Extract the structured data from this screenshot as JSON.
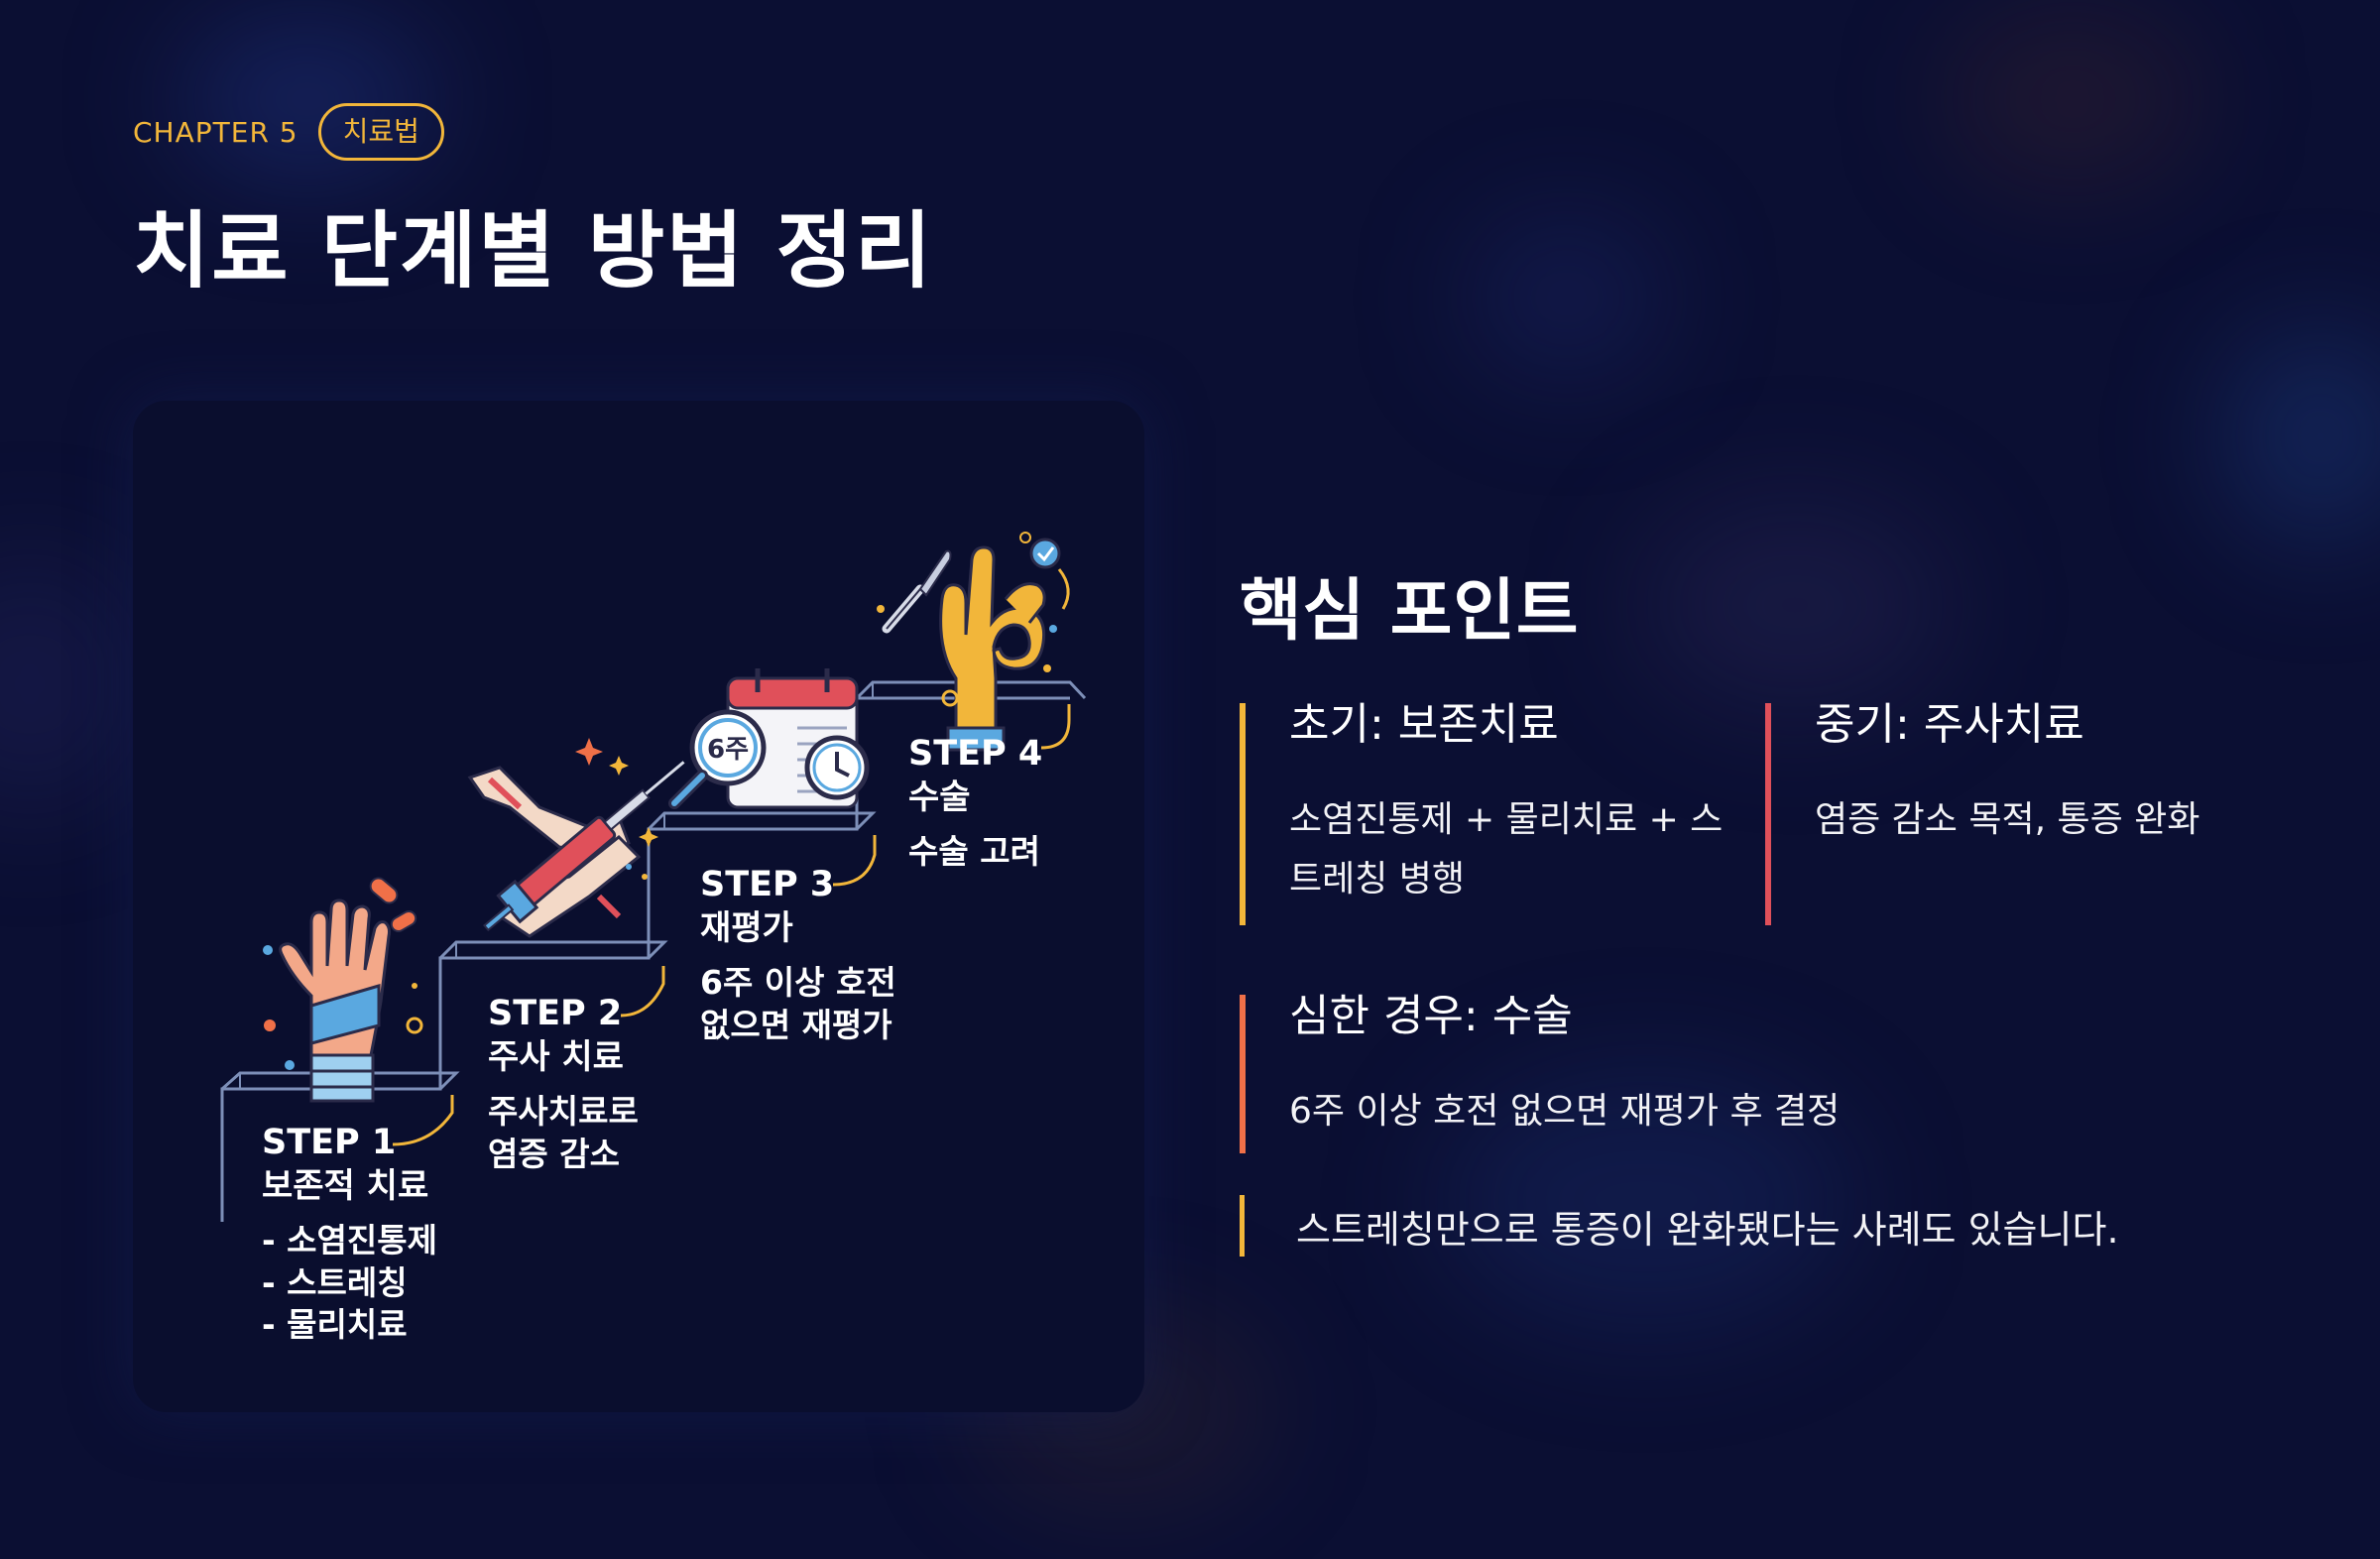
{
  "header": {
    "chapter": "CHAPTER 5",
    "tag": "치료법",
    "title": "치료 단계별 방법 정리"
  },
  "illustration": {
    "steps": [
      {
        "label": "STEP 1",
        "title": "보존적 치료",
        "desc": [
          "- 소염진통제",
          "- 스트레칭",
          "- 물리치료"
        ]
      },
      {
        "label": "STEP 2",
        "title": "주사 치료",
        "desc": [
          "주사치료로",
          "염증 감소"
        ]
      },
      {
        "label": "STEP 3",
        "title": "재평가",
        "desc": [
          "6주 이상 호전",
          "없으면 재평가"
        ]
      },
      {
        "label": "STEP 4",
        "title": "수술",
        "desc": [
          "수술 고려"
        ]
      }
    ],
    "calendar_badge": "6주"
  },
  "points": {
    "title": "핵심 포인트",
    "items": [
      {
        "head": "초기: 보존치료",
        "body": "소염진통제 + 물리치료 + 스트레칭 병행"
      },
      {
        "head": "중기: 주사치료",
        "body": "염증 감소 목적, 통증 완화"
      },
      {
        "head": "심한 경우: 수술",
        "body": "6주 이상 호전 없으면 재평가 후 결정"
      }
    ],
    "note": "스트레칭만으로 통증이 완화됐다는 사례도 있습니다."
  },
  "colors": {
    "background": "#0b0f33",
    "accent_yellow": "#f2b63a",
    "accent_red": "#e0505a",
    "accent_orange": "#f07048",
    "stair_line": "#7d8fb8"
  }
}
